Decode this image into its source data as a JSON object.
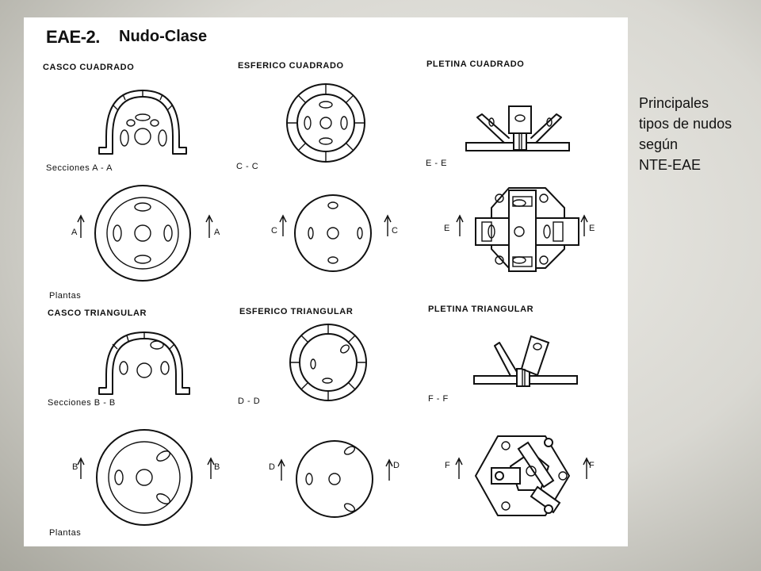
{
  "sheet": {
    "code": "EAE-2.",
    "title": "Nudo-Clase"
  },
  "types": {
    "casco_cuadrado": "CASCO CUADRADO",
    "esferico_cuadrado": "ESFERICO CUADRADO",
    "pletina_cuadrado": "PLETINA CUADRADO",
    "casco_triangular": "CASCO TRIANGULAR",
    "esferico_triangular": "ESFERICO TRIANGULAR",
    "pletina_triangular": "PLETINA TRIANGULAR"
  },
  "section_labels": {
    "a": "Secciones A - A",
    "c": "C - C",
    "e": "E - E",
    "b": "Secciones B - B",
    "d": "D - D",
    "f": "F - F"
  },
  "plan_label": "Plantas",
  "section_tags": {
    "a": "A",
    "b": "B",
    "c": "C",
    "d": "D",
    "e": "E",
    "f": "F"
  },
  "caption": {
    "lines": [
      "Principales",
      "tipos de nudos",
      "según",
      "NTE-EAE"
    ]
  }
}
